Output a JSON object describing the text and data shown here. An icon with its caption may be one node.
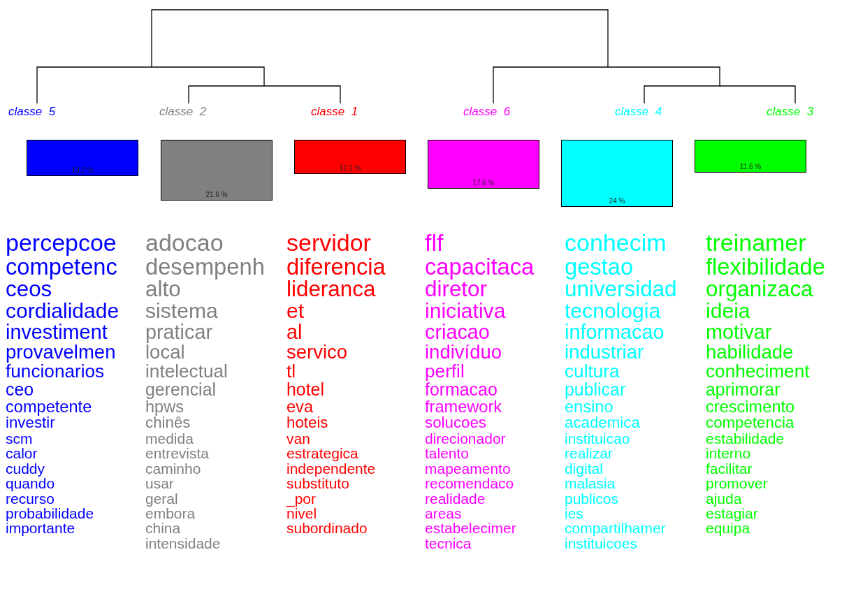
{
  "diagram": {
    "nodes": [
      {
        "text": [
          "classe  5",
          "13.2 %"
        ],
        "beside": [
          "percepcoe",
          "competenc",
          "ceos",
          "cordialidade",
          "investiment",
          "provavelmen",
          "funcionarios",
          "ceo",
          "competente",
          "investir",
          "scm",
          "calor",
          "cuddy",
          "quando",
          "recurso",
          "probabilidade",
          "importante"
        ]
      },
      {
        "text": [
          "classe  2",
          "21.6 %"
        ],
        "beside": [
          "adocao",
          "desempenh",
          "alto",
          "sistema",
          "praticar",
          "local",
          "intelectual",
          "gerencial",
          "hpws",
          "chinês",
          "medida",
          "entrevista",
          "caminho",
          "usar",
          "geral",
          "embora",
          "china",
          "intensidade"
        ]
      },
      {
        "text": [
          "classe  1",
          "12.1 %"
        ],
        "beside": [
          "servidor",
          "diferencia",
          "lideranca",
          "et",
          "al",
          "servico",
          "tl",
          "hotel",
          "eva",
          "hoteis",
          "van",
          "estrategica",
          "independente",
          "substituto",
          "_por",
          "nivel",
          "subordinado"
        ]
      },
      {
        "text": [
          "classe  6",
          "17.6 %"
        ],
        "beside": [
          "flf",
          "capacitaca",
          "diretor",
          "iniciativa",
          "criacao",
          "indivíduo",
          "perfil",
          "formacao",
          "framework",
          "solucoes",
          "direcionador",
          "talento",
          "mapeamento",
          "recomendaco",
          "realidade",
          "areas",
          "estabelecimer",
          "tecnica"
        ]
      },
      {
        "text": [
          "classe  4",
          "24 %"
        ],
        "beside": [
          "conhecim",
          "gestao",
          "universidad",
          "tecnologia",
          "informacao",
          "industriar",
          "cultura",
          "publicar",
          "ensino",
          "academica",
          "instituicao",
          "realizar",
          "digital",
          "malasia",
          "publicos",
          "ies",
          "compartilhamer",
          "instituicoes"
        ]
      },
      {
        "text": [
          "classe  3",
          "11.6 %"
        ],
        "beside": [
          "treinamer",
          "flexibilidade",
          "organizaca",
          "ideia",
          "motivar",
          "habilidade",
          "conheciment",
          "aprimorar",
          "crescimento",
          "competencia",
          "estabilidade",
          "interno",
          "facilitar",
          "promover",
          "ajuda",
          "estagiar",
          "equipa"
        ]
      }
    ]
  }
}
